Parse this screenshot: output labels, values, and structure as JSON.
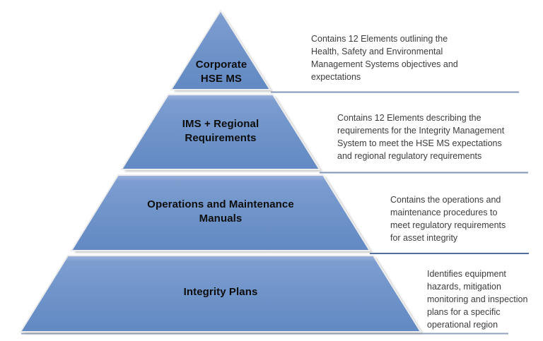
{
  "diagram": {
    "type": "pyramid",
    "levels": [
      {
        "label": "Corporate\nHSE MS",
        "description": "Contains 12 Elements outlining the\nHealth, Safety and Environmental\nManagement Systems objectives and\nexpectations"
      },
      {
        "label": "IMS + Regional\nRequirements",
        "description": "Contains 12 Elements describing the\nrequirements  for the Integrity Management\nSystem to meet the HSE MS expectations\nand regional regulatory requirements"
      },
      {
        "label": "Operations and Maintenance\nManuals",
        "description": "Contains the operations and\nmaintenance procedures to\nmeet regulatory requirements\nfor asset integrity"
      },
      {
        "label": "Integrity Plans",
        "description": "Identifies equipment\nhazards, mitigation\nmonitoring and inspection\nplans for a specific\noperational region"
      }
    ],
    "colors": {
      "tier_fill": "#6f94c9",
      "tier_fill_light": "#9db3dc",
      "tier_fill_dark": "#6289c3",
      "tier_edge_highlight": "#ededed",
      "tier_shadow": "#9e9e9e",
      "divider_line": "#8095b8",
      "divider_line_dark": "#4f6da0",
      "label_text": "#0d0d0d",
      "description_text": "#3d3d3d",
      "background": "#ffffff"
    }
  }
}
